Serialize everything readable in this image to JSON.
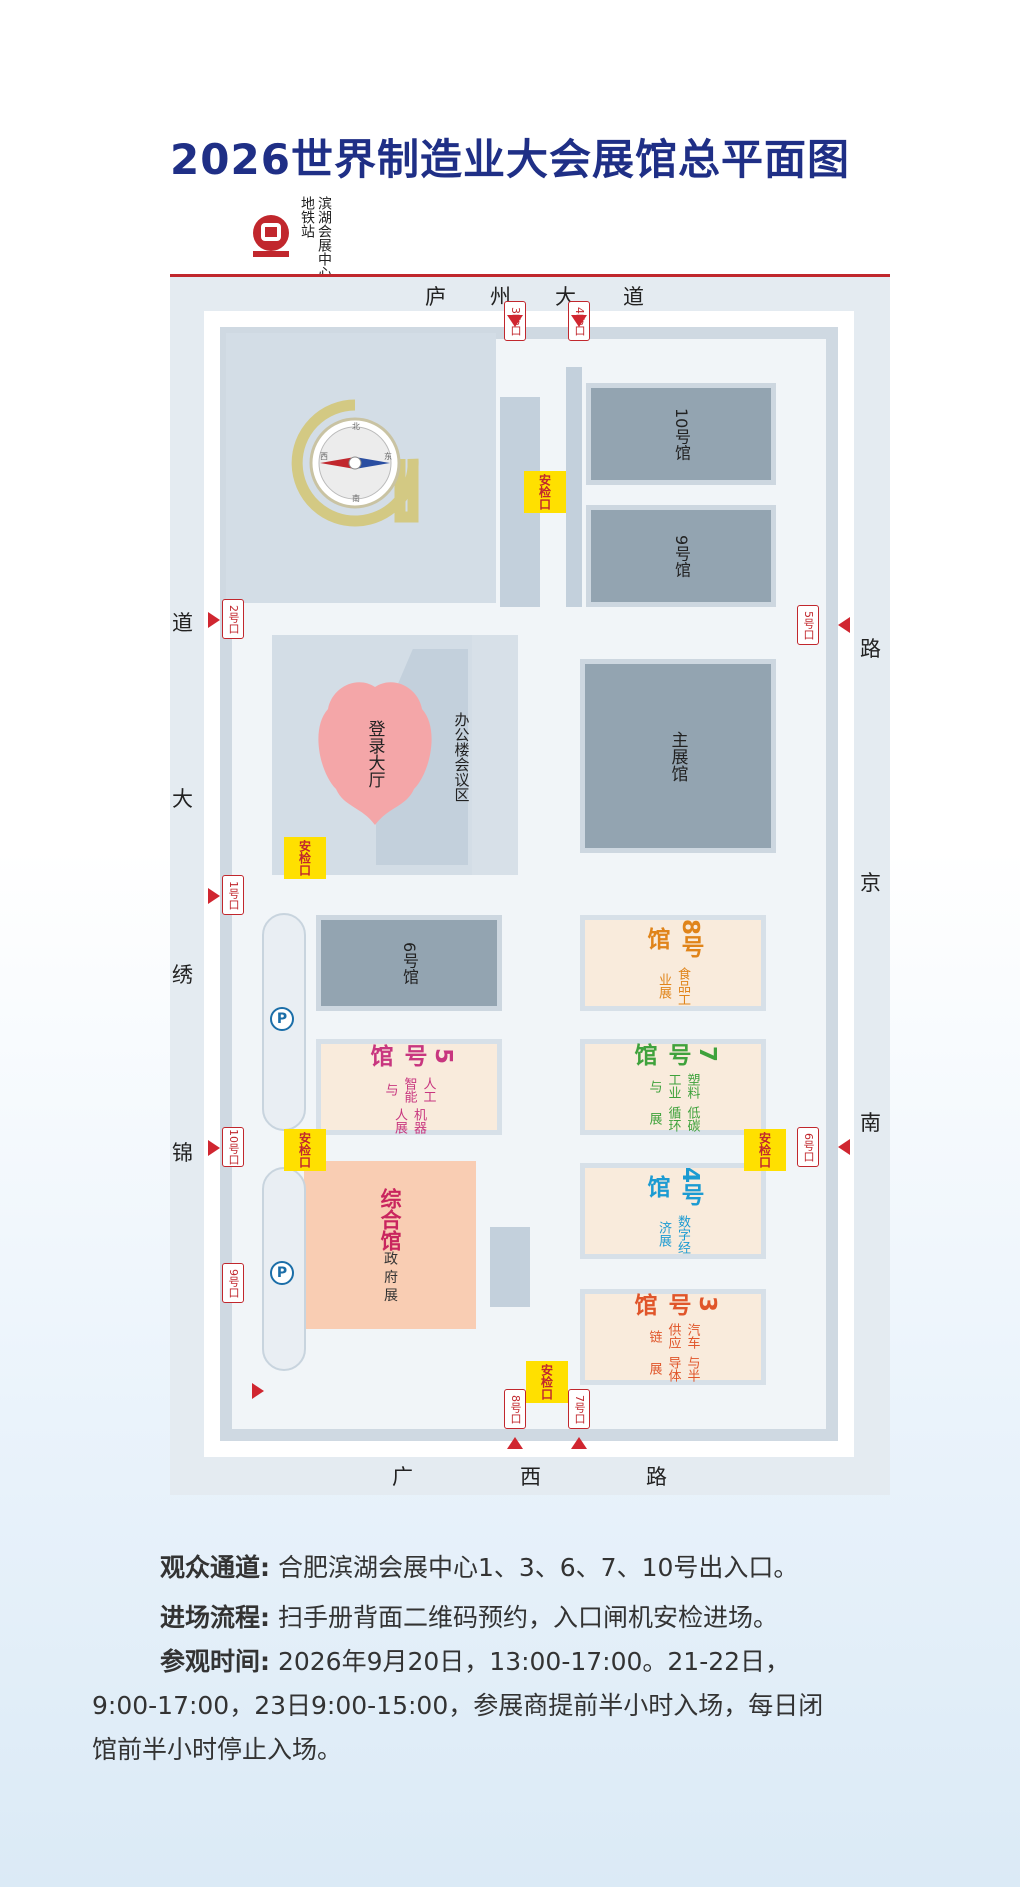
{
  "title": "2026世界制造业大会展馆总平面图",
  "metro": {
    "label_line1": "滨湖会展中心",
    "label_line2": "地铁站"
  },
  "roads": {
    "north": [
      "庐",
      "州",
      "大",
      "道"
    ],
    "west": [
      "锦",
      "绣",
      "大",
      "道"
    ],
    "east": [
      "南",
      "京",
      "路"
    ],
    "south": [
      "广",
      "西",
      "路"
    ]
  },
  "halls": {
    "h10": {
      "name": "10号馆"
    },
    "h9": {
      "name": "9号馆"
    },
    "main": {
      "name": "主展馆"
    },
    "h6": {
      "name": "6号馆"
    },
    "registration": {
      "name": "登录大厅"
    },
    "office": {
      "name": "办公楼会议区"
    },
    "h8": {
      "name": "8号馆",
      "sub": [
        "食品工业展"
      ],
      "color": "#e0841a"
    },
    "h7": {
      "name": "7号馆",
      "sub": [
        "塑料工业与",
        "低碳循环展"
      ],
      "color": "#3fa23c"
    },
    "h5": {
      "name": "5号馆",
      "sub": [
        "人工智能与",
        "机器人展"
      ],
      "color": "#c8367f"
    },
    "h4": {
      "name": "4号馆",
      "sub": [
        "数字经济展"
      ],
      "color": "#1c9bd2"
    },
    "h3": {
      "name": "3号馆",
      "sub": [
        "汽车供应链",
        "与半导体展"
      ],
      "color": "#e0552a"
    },
    "comprehensive": {
      "name": "综合馆",
      "sub": [
        "政 府 展"
      ],
      "color": "#c9265e"
    }
  },
  "gates": [
    "1号口",
    "2号口",
    "3号口",
    "4号口",
    "5号口",
    "6号口",
    "7号口",
    "8号口",
    "9号口",
    "10号口"
  ],
  "security": "安检口",
  "parking": "P",
  "compass": {
    "n": "北",
    "s": "南",
    "e": "东",
    "w": "西"
  },
  "info": {
    "channel_label": "观众通道:",
    "channel_text": "合肥滨湖会展中心1、3、6、7、10号出入口。",
    "process_label": "进场流程:",
    "process_text": "扫手册背面二维码预约，入口闸机安检进场。",
    "time_label": "参观时间:",
    "time_text1": "2026年9月20日，13:00-17:00。21-22日，",
    "time_text2": "9:00-17:00，23日9:00-15:00，参展商提前半小时入场，每日闭",
    "time_text3": "馆前半小时停止入场。"
  },
  "colors": {
    "title": "#1f2f86",
    "gate_red": "#c1272d",
    "security_yellow": "#ffe000",
    "registration_pink": "#f4a6a8",
    "comprehensive_peach": "#f9cdb3"
  }
}
